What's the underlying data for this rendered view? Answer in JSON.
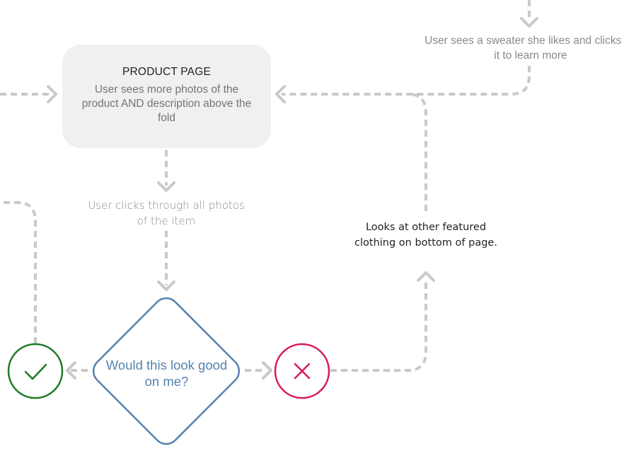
{
  "product_page": {
    "title": "PRODUCT PAGE",
    "description": "User sees more photos of the product AND description above the fold"
  },
  "steps": {
    "sees_sweater": "User sees a sweater she likes and clicks on it to learn more",
    "clicks_photos": "User clicks through all photos of the item",
    "looks_other": "Looks at other featured clothing on bottom of page."
  },
  "decision": {
    "question": "Would this look good on me?"
  },
  "outcomes": {
    "yes_icon": "check-icon",
    "no_icon": "x-icon"
  },
  "colors": {
    "connector": "#c9c9c9",
    "box_fill": "#f0f0f0",
    "decision_stroke": "#5683ad",
    "yes": "#1c7a24",
    "no": "#d81b55"
  }
}
